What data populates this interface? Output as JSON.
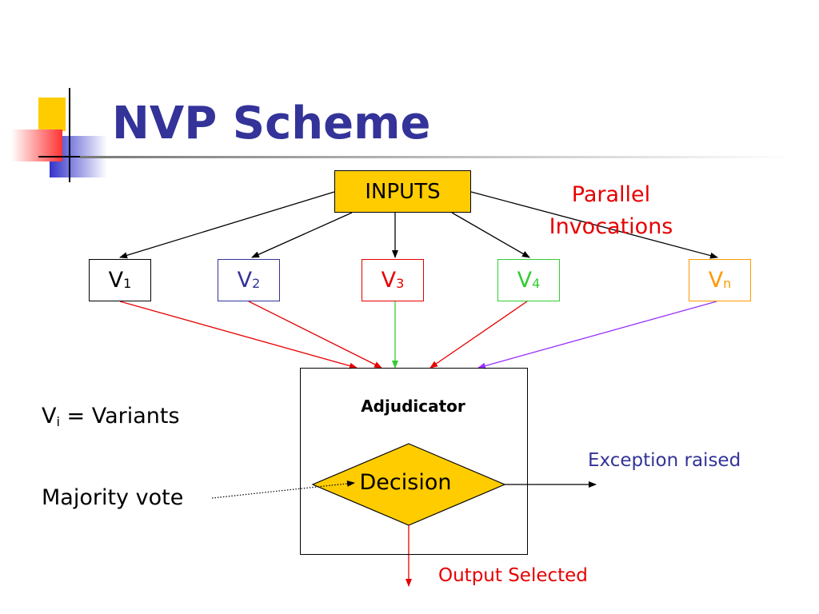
{
  "slide": {
    "title": "NVP Scheme"
  },
  "diagram": {
    "inputs_label": "INPUTS",
    "parallel_label": "Parallel Invocations",
    "variants": [
      {
        "base": "V",
        "sub": "1",
        "color": "#000000"
      },
      {
        "base": "V",
        "sub": "2",
        "color": "#333399"
      },
      {
        "base": "V",
        "sub": "3",
        "color": "#e60000"
      },
      {
        "base": "V",
        "sub": "4",
        "color": "#33cc33"
      },
      {
        "base": "V",
        "sub": "n",
        "color": "#ff9900"
      }
    ],
    "adjudicator_label": "Adjudicator",
    "decision_label": "Decision",
    "exception_label": "Exception raised",
    "output_label": "Output Selected"
  },
  "legend": {
    "variant_base": "V",
    "variant_sub": "i",
    "variant_text": " = Variants",
    "majority_text": "Majority vote"
  },
  "colors": {
    "title": "#333399",
    "inputs_fill": "#FFCC00",
    "decision_fill": "#FFCC00",
    "red": "#e60000",
    "green": "#33cc33",
    "purple": "#9933ff",
    "navy": "#333399",
    "orange": "#ff9900"
  }
}
